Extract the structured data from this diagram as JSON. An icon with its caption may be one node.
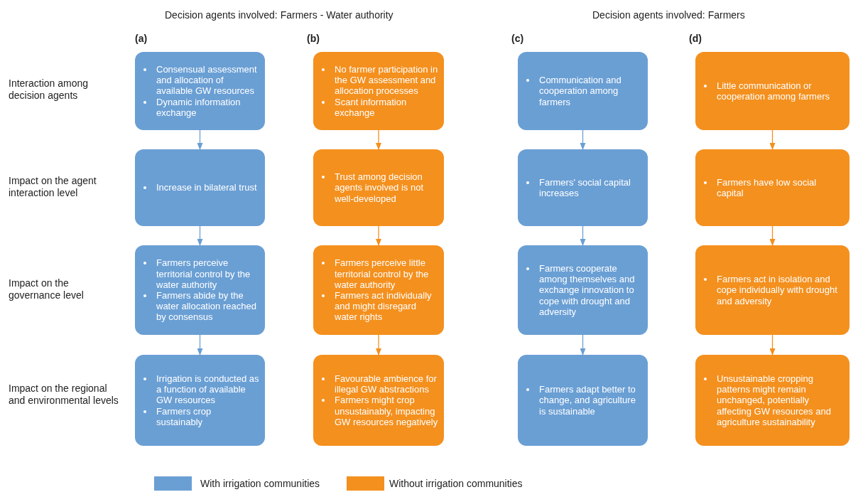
{
  "diagram": {
    "nodes": [
      {
        "text": [
          "Consensual assessment and allocation of available GW resources",
          "Dynamic information exchange"
        ]
      },
      {
        "text": [
          "No farmer participation in the GW assessment and allocation processes",
          "Scant information exchange"
        ]
      },
      {
        "text": [
          "Communication and cooperation among farmers"
        ]
      },
      {
        "text": [
          "Little communication or cooperation among farmers"
        ]
      },
      {
        "text": [
          "Increase in bilateral trust"
        ]
      },
      {
        "text": [
          "Trust among decision agents involved is not well-developed"
        ]
      },
      {
        "text": [
          "Farmers' social capital increases"
        ]
      },
      {
        "text": [
          "Farmers have low social capital"
        ]
      },
      {
        "text": [
          "Farmers perceive territorial control by the water authority",
          "Farmers abide by the water allocation reached by consensus"
        ]
      },
      {
        "text": [
          "Farmers perceive little territorial control by the water authority",
          "Farmers act individually and might disregard water rights"
        ]
      },
      {
        "text": [
          "Farmers cooperate among themselves and exchange innovation to cope with drought and adversity"
        ]
      },
      {
        "text": [
          "Farmers act in isolation and cope individually with drought and adversity"
        ]
      },
      {
        "text": [
          "Irrigation is conducted as a function of available GW resources",
          "Farmers crop sustainably"
        ]
      },
      {
        "text": [
          "Favourable ambience for illegal GW abstractions",
          "Farmers might crop unsustainably, impacting GW resources negatively"
        ]
      },
      {
        "text": [
          "Farmers adapt better to change, and agriculture is sustainable"
        ]
      },
      {
        "text": [
          "Unsustainable cropping patterns might remain unchanged, potentially affecting GW resources and agriculture sustainability"
        ]
      }
    ],
    "edges": [
      {
        "from": 0,
        "to": 4,
        "arrow": "to",
        "color": "#6a9fd4"
      },
      {
        "from": 1,
        "to": 5,
        "arrow": "to",
        "color": "#f4901e"
      },
      {
        "from": 2,
        "to": 6,
        "arrow": "to",
        "color": "#6a9fd4"
      },
      {
        "from": 3,
        "to": 7,
        "arrow": "to",
        "color": "#f4901e"
      },
      {
        "from": 4,
        "to": 8,
        "arrow": "to",
        "color": "#6a9fd4"
      },
      {
        "from": 5,
        "to": 9,
        "arrow": "to",
        "color": "#f4901e"
      },
      {
        "from": 6,
        "to": 10,
        "arrow": "to",
        "color": "#6a9fd4"
      },
      {
        "from": 7,
        "to": 11,
        "arrow": "to",
        "color": "#f4901e"
      },
      {
        "from": 8,
        "to": 12,
        "arrow": "to",
        "color": "#6a9fd4"
      },
      {
        "from": 9,
        "to": 13,
        "arrow": "to",
        "color": "#f4901e"
      },
      {
        "from": 10,
        "to": 14,
        "arrow": "to",
        "color": "#6a9fd4"
      },
      {
        "from": 11,
        "to": 15,
        "arrow": "to",
        "color": "#f4901e"
      }
    ],
    "labels": [
      "Decision agents involved: Farmers - Water authority",
      "Decision agents involved: Farmers",
      "(a)",
      "(b)",
      "(c)",
      "(d)",
      "Interaction among decision agents",
      "Impact on the agent interaction level",
      "Impact on the governance level",
      "Impact on the regional and environmental levels"
    ],
    "legend": [
      {
        "text": "With irrigation communities",
        "color": "#6a9fd4"
      },
      {
        "text": "Without irrigation communities",
        "color": "#f4901e"
      }
    ]
  }
}
